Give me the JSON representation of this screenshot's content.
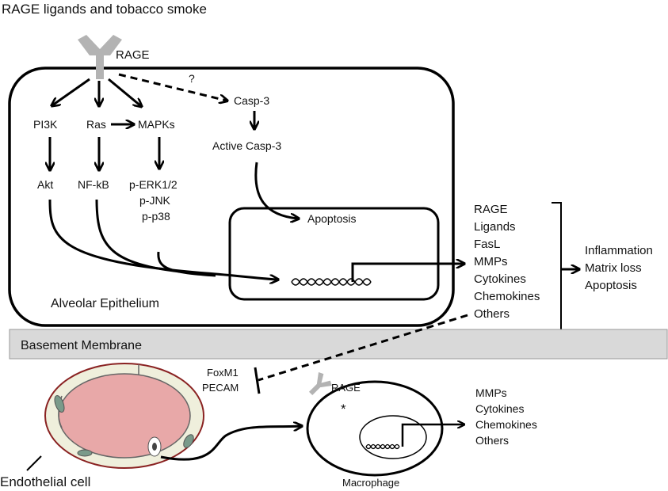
{
  "title": "RAGE ligands and tobacco smoke",
  "colors": {
    "receptor": "#b3b3b3",
    "membrane_fill": "#d9d9d9",
    "vessel_lumen": "#e8a8a8",
    "vessel_wall": "#efefdc",
    "nucleus": "#7a9a8a"
  },
  "receptor_label": "RAGE",
  "question_mark": "?",
  "pathway": {
    "pi3k": "PI3K",
    "ras": "Ras",
    "mapks": "MAPKs",
    "akt": "Akt",
    "nfkb": "NF-kB",
    "perk": "p-ERK1/2",
    "pjnk": "p-JNK",
    "pp38": "p-p38",
    "casp3": "Casp-3",
    "active_casp3": "Active Casp-3",
    "apoptosis": "Apoptosis"
  },
  "alveolar_label": "Alveolar Epithelium",
  "products": [
    "RAGE",
    "Ligands",
    "FasL",
    "MMPs",
    "Cytokines",
    "Chemokines",
    "Others"
  ],
  "outcomes": [
    "Inflammation",
    "Matrix loss",
    "Apoptosis"
  ],
  "basement_membrane": "Basement Membrane",
  "inhibited": [
    "FoxM1",
    "PECAM"
  ],
  "endothelial_label": "Endothelial cell",
  "macrophage": {
    "rage": "RAGE",
    "asterisk": "*",
    "label": "Macrophage",
    "products": [
      "MMPs",
      "Cytokines",
      "Chemokines",
      "Others"
    ]
  }
}
